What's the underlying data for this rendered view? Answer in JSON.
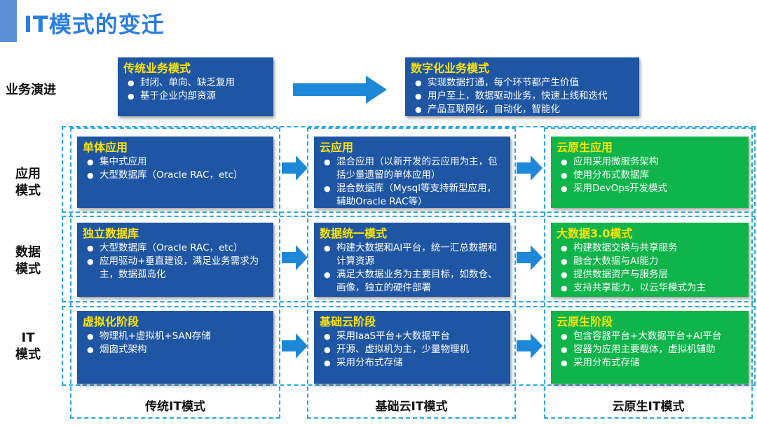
{
  "title": "IT模式的变迁",
  "row_labels": {
    "business": "业务演进",
    "app": [
      "应用",
      "模式"
    ],
    "data": [
      "数据",
      "模式"
    ],
    "it": [
      "IT",
      "模式"
    ]
  },
  "business": {
    "traditional": {
      "title": "传统业务模式",
      "items": [
        "封闭、单向、缺乏复用",
        "基于企业内部资源"
      ]
    },
    "digital": {
      "title": "数字化业务模式",
      "items": [
        "实现数据打通，每个环节都产生价值",
        "用户至上，数据驱动业务，快速上线和迭代",
        "产品互联网化，自动化，智能化"
      ]
    }
  },
  "app": [
    {
      "title": "单体应用",
      "items": [
        "集中式应用",
        "大型数据库（Oracle RAC，etc）"
      ]
    },
    {
      "title": "云应用",
      "items": [
        "混合应用（以新开发的云应用为主，包括少量遗留的单体应用）",
        "混合数据库（Mysql等支持新型应用，辅助Oracle RAC等）"
      ]
    },
    {
      "title": "云原生应用",
      "items": [
        "应用采用微服务架构",
        "使用分布式数据库",
        "采用DevOps开发模式"
      ]
    }
  ],
  "data": [
    {
      "title": "独立数据库",
      "items": [
        "大型数据库（Oracle RAC，etc）",
        "应用驱动+垂直建设，满足业务需求为主，数据孤岛化"
      ]
    },
    {
      "title": "数据统一模式",
      "items": [
        "构建大数据和AI平台，统一汇总数据和计算资源",
        "满足大数据业务为主要目标，如数仓、画像，独立的硬件部署"
      ]
    },
    {
      "title": "大数据3.0模式",
      "items": [
        "构建数据交换与共享服务",
        "融合大数据与AI能力",
        "提供数据资产与服务层",
        "支持共享能力，以云华模式为主"
      ]
    }
  ],
  "it": [
    {
      "title": "虚拟化阶段",
      "items": [
        "物理机+虚拟机+SAN存储",
        "烟囱式架构"
      ]
    },
    {
      "title": "基础云阶段",
      "items": [
        "采用IaaS平台+大数据平台",
        "开源、虚拟机为主，少量物理机",
        "采用分布式存储"
      ]
    },
    {
      "title": "云原生阶段",
      "items": [
        "包含容器平台+大数据平台+AI平台",
        "容器为应用主要载体，虚拟机辅助",
        "采用分布式存储"
      ]
    }
  ],
  "column_labels": [
    "传统IT模式",
    "基础云IT模式",
    "云原生IT模式"
  ],
  "colors": {
    "box_blue": "#1f56a4",
    "box_green": "#0fb44a",
    "title_yellow": "#ffe500",
    "dash": "#2aa8e0",
    "arrow": "#1e88d8",
    "title_blue": "#2a7de1"
  }
}
